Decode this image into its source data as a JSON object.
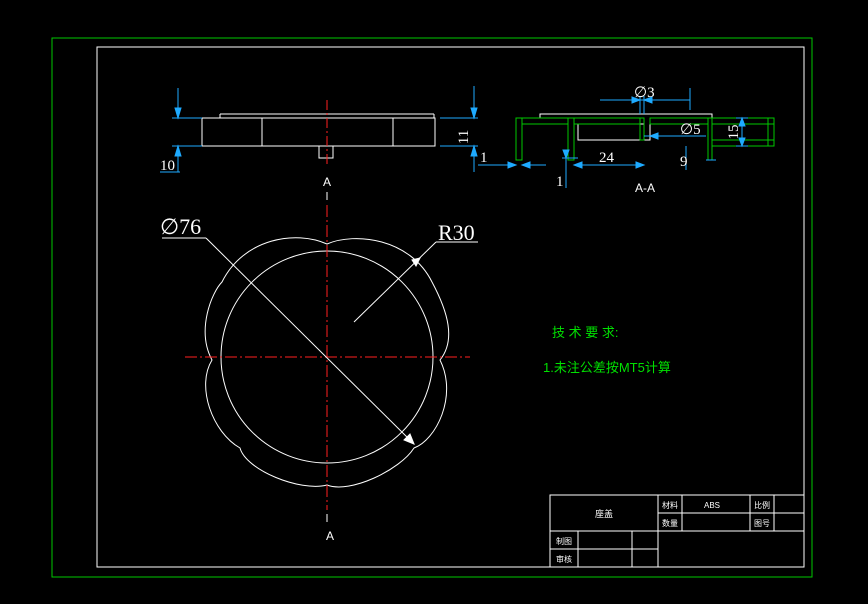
{
  "colors": {
    "background": "#000000",
    "frame": "#00c800",
    "lines": "#ffffff",
    "centerline": "#ff2020",
    "dimension": "#1eaaff",
    "notes": "#00e000",
    "title_block": "#ffffff"
  },
  "section_mark_letter": "A",
  "section_view_label": "A-A",
  "dimensions": {
    "d76": "∅76",
    "r30": "R30",
    "h11": "11",
    "h10": "10",
    "d3": "∅3",
    "d5": "∅5",
    "h15": "15",
    "w24": "24",
    "w9": "9",
    "w1a": "1",
    "w1b": "1"
  },
  "notes": {
    "heading": "技 术 要 求:",
    "item1": "1.未注公差按MT5计算"
  },
  "title_block": {
    "part_name": "座盖",
    "material_label": "材料",
    "material_value": "ABS",
    "scale_label": "比例",
    "quantity_label": "数量",
    "drawing_no_label": "图号",
    "drawn_by_label": "制图",
    "checked_by_label": "审核"
  }
}
